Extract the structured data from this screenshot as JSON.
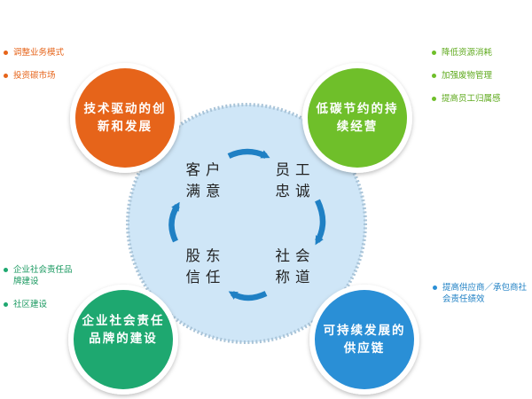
{
  "colors": {
    "orange": "#e6641a",
    "green": "#6fbf2a",
    "teal": "#1ea870",
    "blue": "#2a8fd6",
    "center_fill": "#cfe6f7",
    "arrow": "#1f80c4"
  },
  "corners": {
    "top_left": {
      "label": "技术驱动的创新和发展"
    },
    "top_right": {
      "label": "低碳节约的持续经营"
    },
    "bottom_left": {
      "label": "企业社会责任品牌的建设"
    },
    "bottom_right": {
      "label": "可持续发展的供应链"
    }
  },
  "values": {
    "customer": "客户满意",
    "employee": "员工忠诚",
    "shareholder": "股东信任",
    "society": "社会称道"
  },
  "notes": {
    "top_left": [
      "调整业务模式",
      "投资碳市场"
    ],
    "top_right": [
      "降低资源消耗",
      "加强废物管理",
      "提高员工归属感"
    ],
    "bottom_left": [
      "企业社会责任品牌建设",
      "社区建设"
    ],
    "bottom_right": [
      "提高供应商／承包商社会责任绩效"
    ]
  }
}
